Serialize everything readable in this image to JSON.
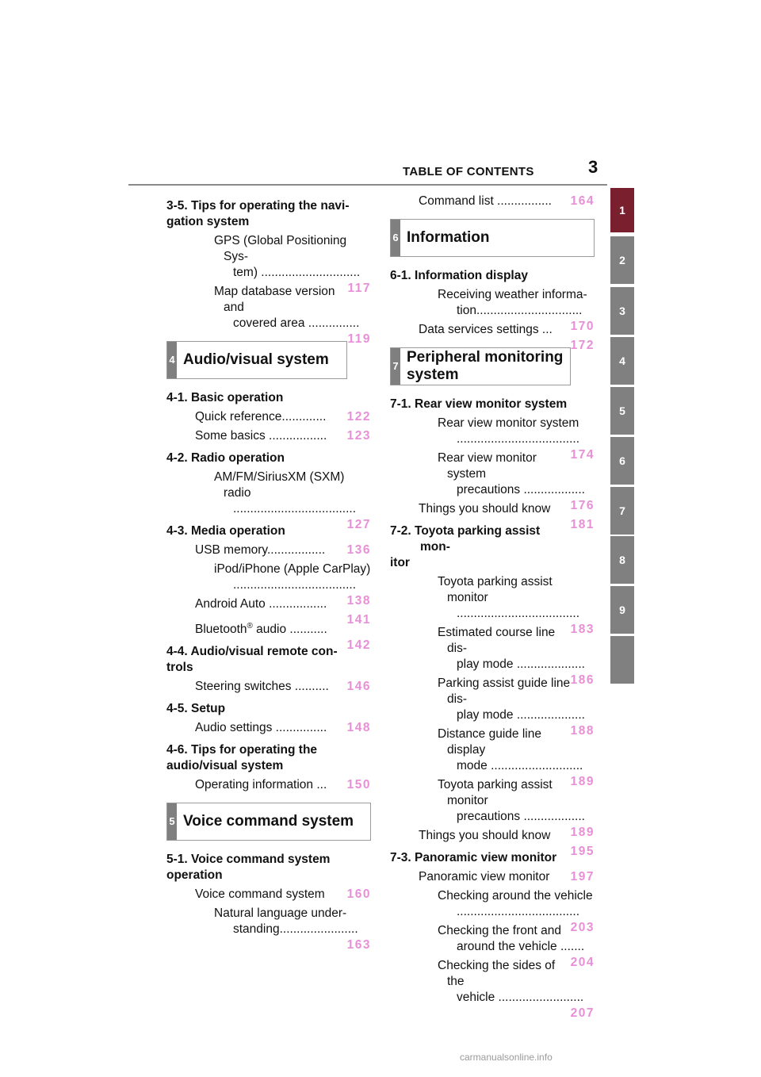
{
  "header": {
    "title": "TABLE OF CONTENTS",
    "page_number": "3"
  },
  "tabs": [
    "1",
    "2",
    "3",
    "4",
    "5",
    "6",
    "7",
    "8",
    "9",
    ""
  ],
  "left": {
    "s35": {
      "title_a": "3-5.  Tips for operating the navi-",
      "title_b": "gation system"
    },
    "e1a": "GPS (Global Positioning Sys-",
    "e1b": "tem) .............................",
    "e1p": "117",
    "e2a": "Map database version and",
    "e2b": "covered area ...............",
    "e2p": "119",
    "box4": {
      "num": "4",
      "label": "Audio/visual system"
    },
    "s41": "4-1.  Basic operation",
    "e3": "Quick reference.............",
    "e3p": "122",
    "e4": "Some basics .................",
    "e4p": "123",
    "s42": "4-2.  Radio operation",
    "e5a": "AM/FM/SiriusXM (SXM) radio",
    "e5b": "....................................",
    "e5p": "127",
    "s43": "4-3.  Media operation",
    "e6": "USB memory.................",
    "e6p": "136",
    "e7a": "iPod/iPhone (Apple CarPlay)",
    "e7b": "....................................",
    "e7p": "138",
    "e8": "Android Auto .................",
    "e8p": "141",
    "e9a": "Bluetooth",
    "e9reg": "®",
    "e9b": " audio ...........",
    "e9p": "142",
    "s44": {
      "title_a": "4-4.  Audio/visual remote con-",
      "title_b": "trols"
    },
    "e10": "Steering switches ..........",
    "e10p": "146",
    "s45": "4-5.  Setup",
    "e11": "Audio settings ...............",
    "e11p": "148",
    "s46": {
      "title_a": "4-6.  Tips for operating the",
      "title_b": "audio/visual system"
    },
    "e12": "Operating information ...",
    "e12p": "150",
    "box5": {
      "num": "5",
      "label": "Voice command system"
    },
    "s51": {
      "title_a": "5-1.  Voice command system",
      "title_b": "operation"
    },
    "e13": "Voice command system",
    "e13p": "160",
    "e14a": "Natural language under-",
    "e14b": "standing.......................",
    "e14p": "163"
  },
  "right": {
    "e15": "Command list ................",
    "e15p": "164",
    "box6": {
      "num": "6",
      "label": "Information"
    },
    "s61": "6-1.  Information display",
    "e16a": "Receiving weather informa-",
    "e16b": "tion...............................",
    "e16p": "170",
    "e17": "Data services settings ...",
    "e17p": "172",
    "box7": {
      "num": "7",
      "label_a": "Peripheral monitoring",
      "label_b": "system"
    },
    "s71": "7-1.  Rear view monitor system",
    "e18a": "Rear view monitor system",
    "e18b": "....................................",
    "e18p": "174",
    "e19a": "Rear view monitor system",
    "e19b": "precautions ..................",
    "e19p": "176",
    "e20": "Things you should know",
    "e20p": "181",
    "s72": {
      "title_a": "7-2.  Toyota parking assist mon-",
      "title_b": "itor"
    },
    "e21a": "Toyota parking assist monitor",
    "e21b": "....................................",
    "e21p": "183",
    "e22a": "Estimated course line dis-",
    "e22b": "play mode ....................",
    "e22p": "186",
    "e23a": "Parking assist guide line dis-",
    "e23b": "play mode ....................",
    "e23p": "188",
    "e24a": "Distance guide line display",
    "e24b": "mode ...........................",
    "e24p": "189",
    "e25a": "Toyota parking assist monitor",
    "e25b": "precautions ..................",
    "e25p": "189",
    "e26": "Things you should know",
    "e26p": "195",
    "s73": "7-3.  Panoramic view monitor",
    "e27": "Panoramic view monitor",
    "e27p": "197",
    "e28a": "Checking around the vehicle",
    "e28b": "....................................",
    "e28p": "203",
    "e29a": "Checking the front and",
    "e29b": "around the vehicle .......",
    "e29p": "204",
    "e30a": "Checking the sides of the",
    "e30b": "vehicle .........................",
    "e30p": "207"
  },
  "footer": {
    "watermark": "carmanualsonline.info"
  }
}
